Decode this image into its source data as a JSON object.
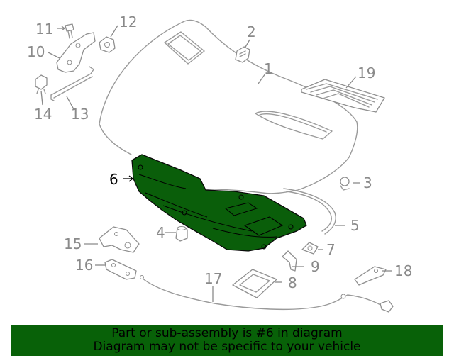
{
  "diagram": {
    "highlight_color": "#0a5e0a",
    "highlighted_part": "6",
    "callouts": {
      "p1": "1",
      "p2": "2",
      "p3": "3",
      "p4": "4",
      "p5": "5",
      "p6": "6",
      "p7": "7",
      "p8": "8",
      "p9": "9",
      "p10": "10",
      "p11": "11",
      "p12": "12",
      "p13": "13",
      "p14": "14",
      "p15": "15",
      "p16": "16",
      "p17": "17",
      "p18": "18",
      "p19": "19"
    }
  },
  "banner": {
    "line1": "Part or sub-assembly is #6 in diagram",
    "line2": "Diagram may not be specific to your vehicle",
    "background": "#086108"
  }
}
